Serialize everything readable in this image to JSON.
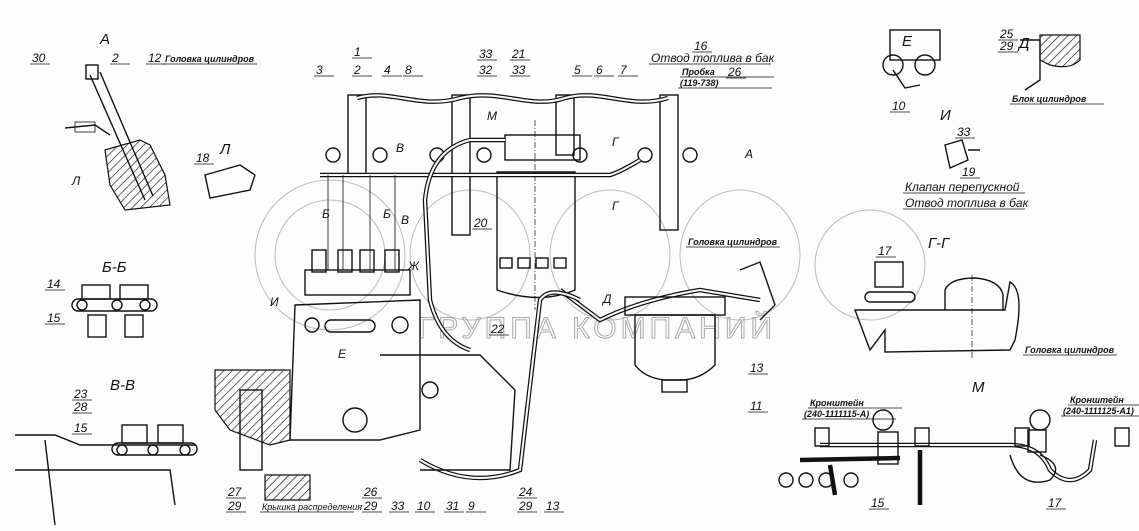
{
  "watermark": {
    "text": "ГРУППА КОМПАНИЙ"
  },
  "views": {
    "A": {
      "title": "А",
      "callouts": [
        "30",
        "2",
        "12"
      ],
      "note": "Головка цилиндров",
      "section": "Л"
    },
    "L": {
      "title": "Л",
      "callouts": [
        "18"
      ]
    },
    "BB": {
      "title": "Б-Б",
      "callouts": [
        "14",
        "15"
      ]
    },
    "VV": {
      "title": "В-В",
      "callouts": [
        "23",
        "28",
        "15"
      ]
    },
    "E": {
      "title": "Е",
      "callouts": [
        "10"
      ]
    },
    "D": {
      "title": "Д",
      "callouts": [
        "25",
        "29"
      ],
      "note": "Блок цилиндров"
    },
    "I": {
      "title": "И",
      "callouts": [
        "33",
        "19"
      ],
      "note1": "Клапан перепускной",
      "note2": "Отвод топлива в бак"
    },
    "GG": {
      "title": "Г-Г",
      "callouts": [
        "17"
      ],
      "note": "Головка цилиндров"
    },
    "M": {
      "title": "М",
      "bracket1": "Кронштейн",
      "bracket1_code": "(240-1111115-А)",
      "bracket2": "Кронштейн",
      "bracket2_code": "(240-1111125-А1)",
      "callouts": [
        "15",
        "17"
      ]
    }
  },
  "main": {
    "top_callouts": [
      "1",
      "2",
      "3",
      "4",
      "8",
      "33",
      "32",
      "21",
      "33",
      "5",
      "6",
      "7",
      "16",
      "26"
    ],
    "drain_note": "Отвод топлива в бак",
    "plug": "Пробка",
    "plug_code": "(119-738)",
    "section_marks": [
      "М",
      "В",
      "В",
      "Б",
      "Б",
      "Г",
      "Г",
      "А",
      "Ж",
      "И",
      "Е",
      "Д"
    ],
    "mid_callouts": [
      "20",
      "22",
      "13",
      "11"
    ],
    "head_note": "Головка цилиндров",
    "bottom_callouts": [
      "27",
      "29",
      "26",
      "29",
      "33",
      "10",
      "31",
      "9",
      "24",
      "29",
      "13"
    ],
    "cover_note": "Крышка распределения"
  }
}
